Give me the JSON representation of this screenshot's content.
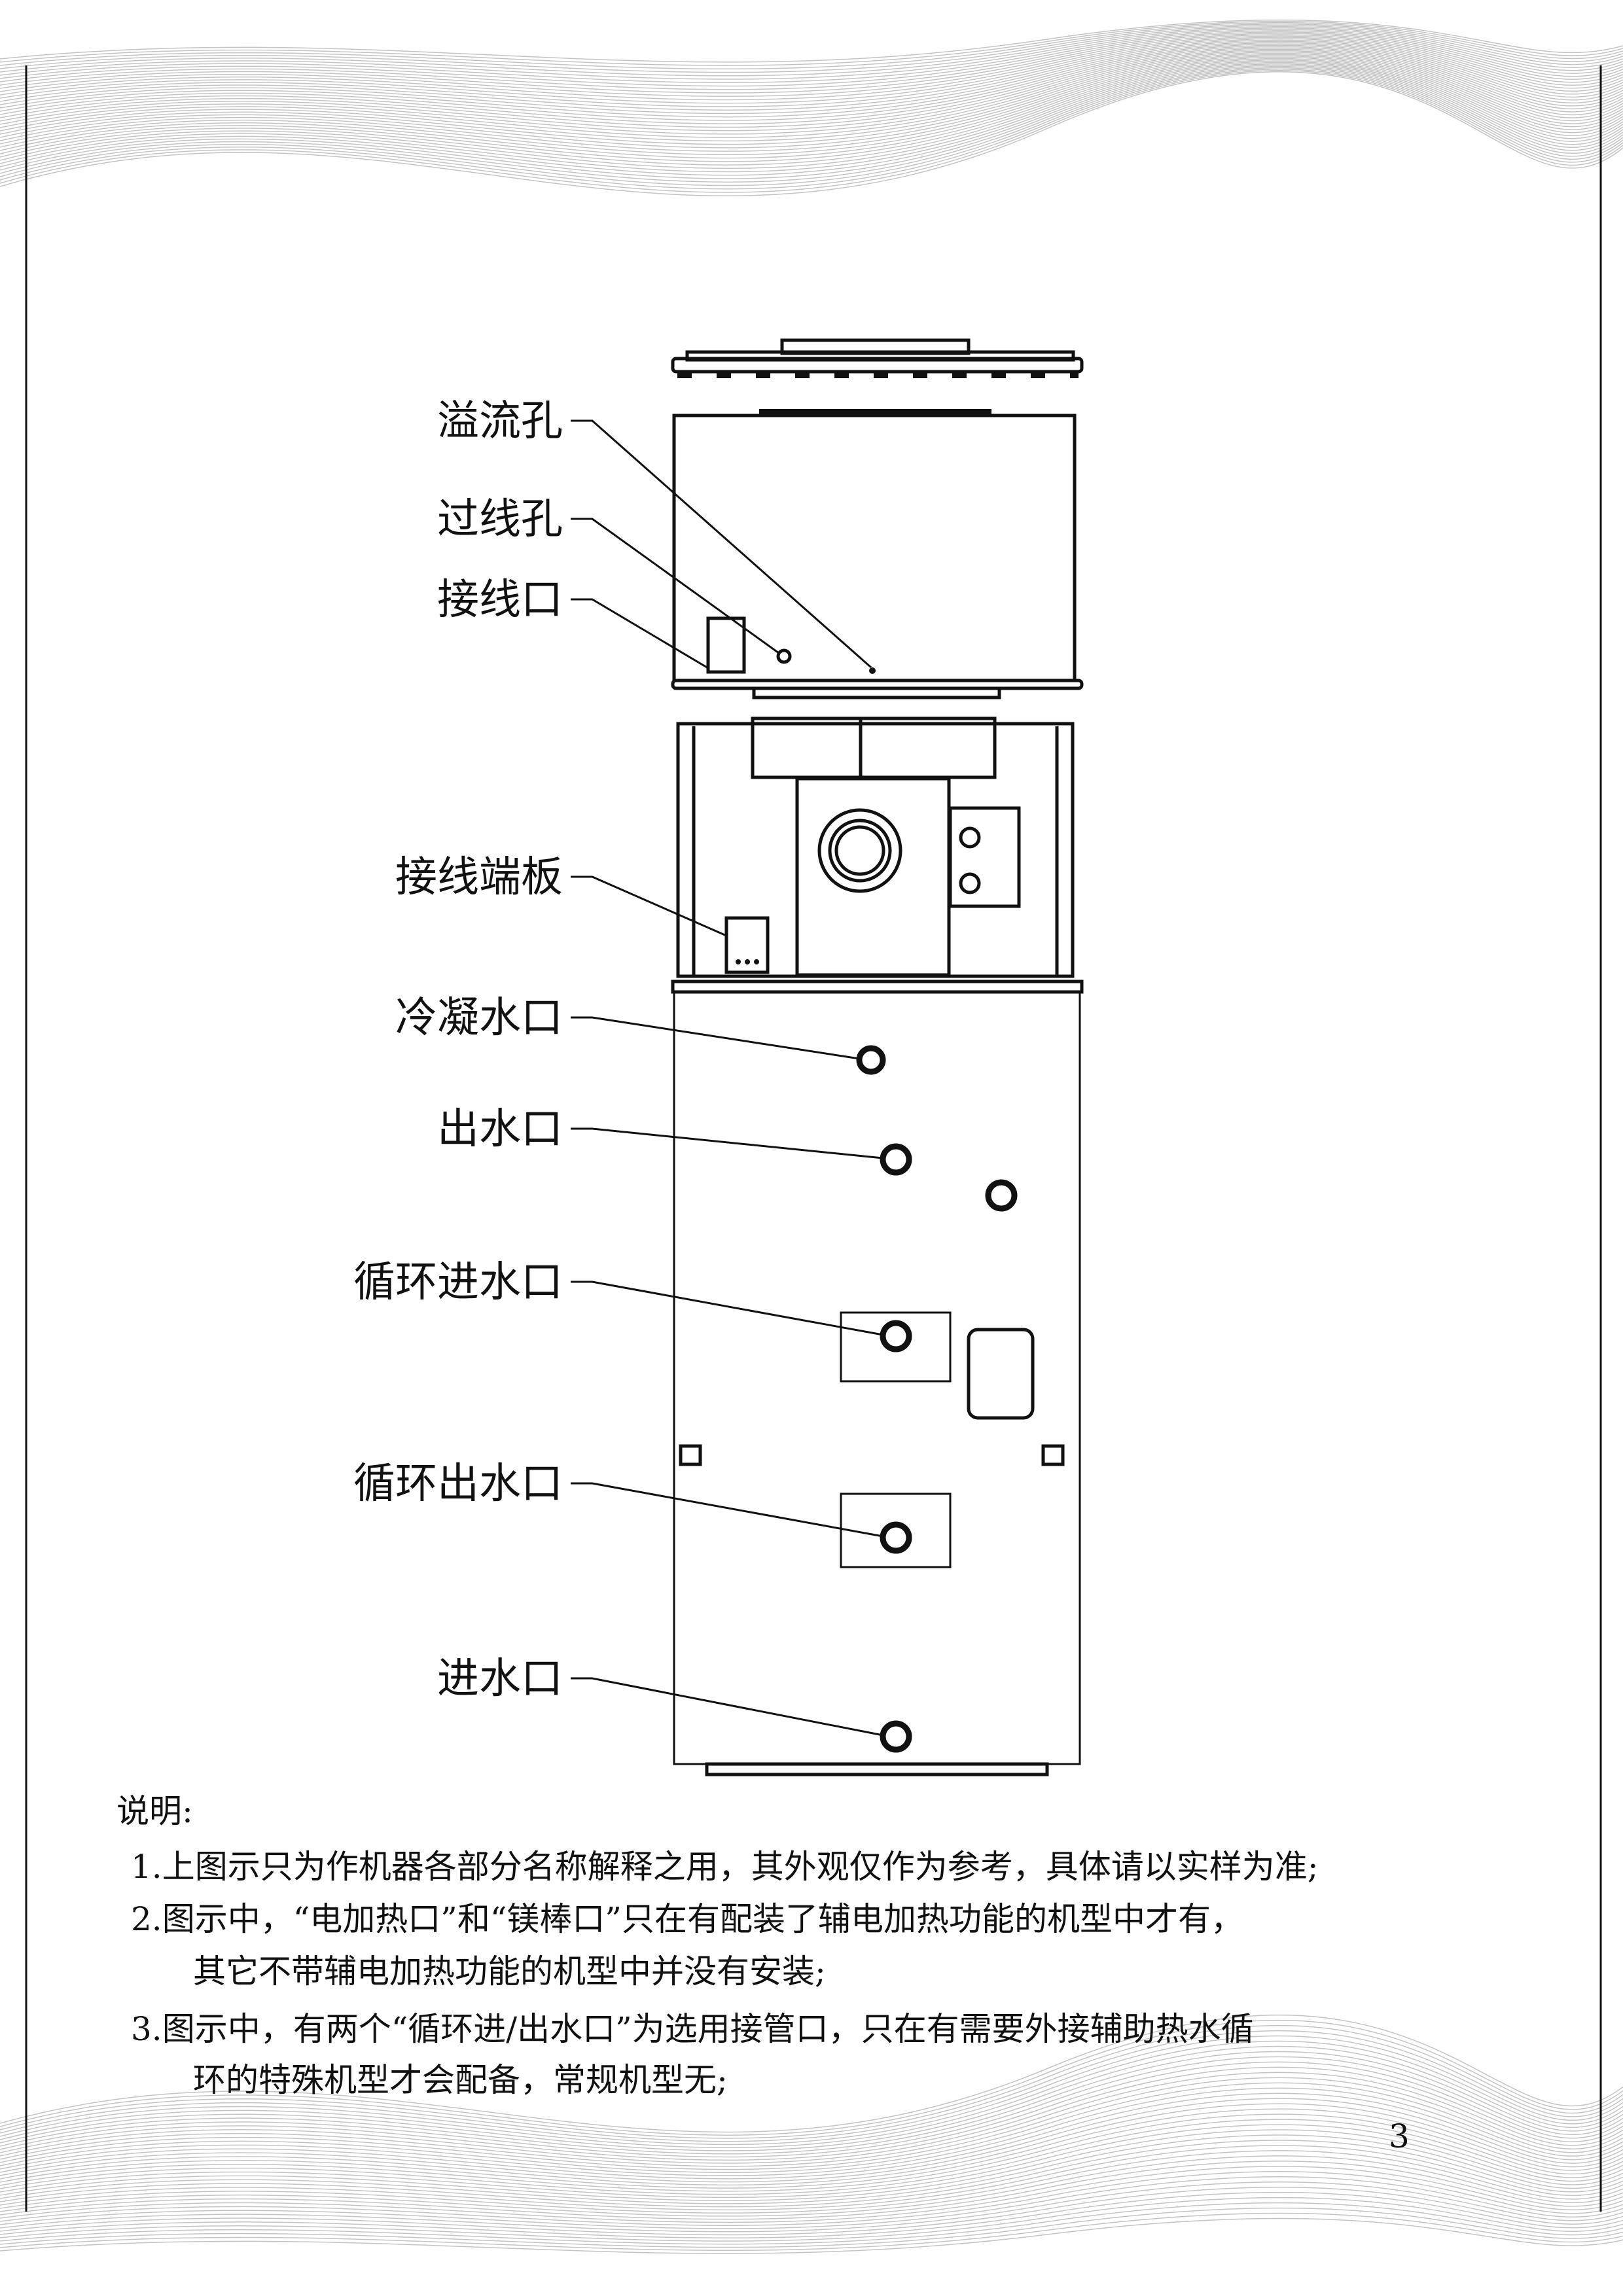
{
  "diagram": {
    "labels": {
      "overflow_hole": "溢流孔",
      "wire_hole": "过线孔",
      "wiring_port": "接线口",
      "terminal_board": "接线端板",
      "condensate_outlet": "冷凝水口",
      "water_outlet": "出水口",
      "circulation_inlet": "循环进水口",
      "circulation_outlet": "循环出水口",
      "water_inlet": "进水口"
    }
  },
  "notes": {
    "heading": "说明:",
    "lines": [
      "1.上图示只为作机器各部分名称解释之用，其外观仅作为参考，具体请以实样为准;",
      "2.图示中，“电加热口”和“镁棒口”只在有配装了辅电加热功能的机型中才有，",
      "其它不带辅电加热功能的机型中并没有安装;",
      "3.图示中，有两个“循环进/出水口”为选用接管口，只在有需要外接辅助热水循",
      "环的特殊机型才会配备，常规机型无;"
    ]
  },
  "page_number": "3"
}
